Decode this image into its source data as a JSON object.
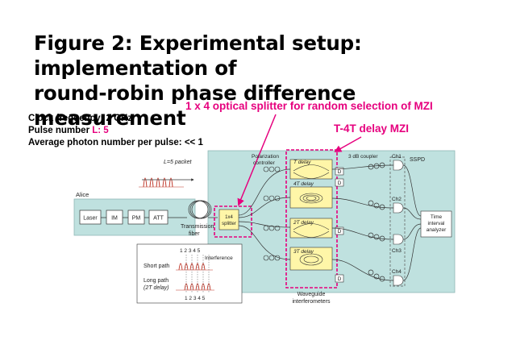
{
  "title": {
    "line1": "Figure 2: Experimental setup: implementation of",
    "line2": "round-robin phase difference measurement"
  },
  "specs": {
    "clock": "Clock frequency: 2 GHz",
    "pulse_prefix": "Pulse number ",
    "pulse_value": "L: 5",
    "photon": "Average photon number per pulse: << 1"
  },
  "callouts": {
    "splitter": "1 x 4 optical splitter for random selection of MZI",
    "delay": "T-4T delay MZI"
  },
  "diagram": {
    "packet_label": "L=5 packet",
    "alice": "Alice",
    "laser": "Laser",
    "im": "IM",
    "pm": "PM",
    "att": "ATT",
    "transmission": "Transmission",
    "fiber": "fiber",
    "splitter_line1": "1x4",
    "splitter_line2": "splitter",
    "pol_line1": "Polarization",
    "pol_line2": "controller",
    "coupler": "3 dB coupler",
    "delay_1": "T delay",
    "delay_4": "4T delay",
    "delay_2": "2T delay",
    "delay_3": "3T delay",
    "detector": "D",
    "ssp": "SSPD",
    "ch1": "Ch1",
    "ch2": "Ch2",
    "ch3": "Ch3",
    "ch4": "Ch4",
    "tia_line1": "Time",
    "tia_line2": "interval",
    "tia_line3": "analyzer",
    "waveguide_line1": "Waveguide",
    "waveguide_line2": "interferometers",
    "inset_numbers": "1 2 3 4 5",
    "interference": "Interference",
    "short_path": "Short path",
    "long_path": "Long path",
    "long_path_sub": "(2T delay)"
  },
  "colors": {
    "highlight": "#e6007e",
    "panel": "#bfe1df",
    "pulse": "#c0392b"
  }
}
